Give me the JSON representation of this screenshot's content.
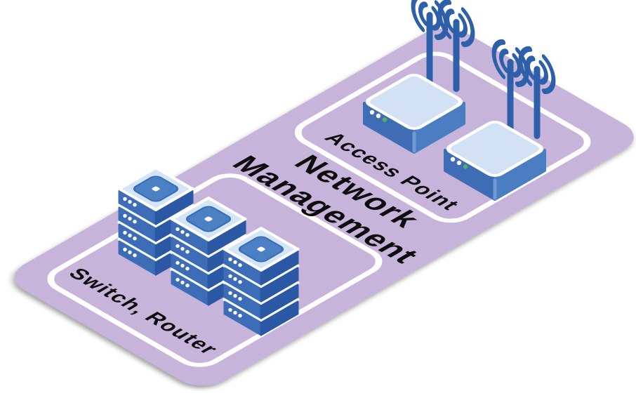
{
  "diagram": {
    "title": {
      "line1": "Network",
      "line2": "Management"
    },
    "zones": {
      "access_point": {
        "label": "Access Point",
        "device_icon": "wireless-access-point-icon",
        "device_count": 2,
        "antennas_per_device": 2
      },
      "switch_router": {
        "label": "Switch, Router",
        "device_icon": "switch-stack-icon",
        "device_count": 3,
        "units_per_stack": 4
      }
    },
    "colors": {
      "background": "#ffffff",
      "plane": "#c6b4da",
      "plane_shadow": "#9a9a9a",
      "zone_outline": "#ffffff",
      "label_text": "#0d0d0d",
      "device_top": "#d3e4f6",
      "device_face_left": "#3c6db6",
      "device_face_right": "#2b58a4",
      "access_point_face_right": "#4a7dc2",
      "top_diamond": "#4c80c5",
      "led_white": "#ffffff",
      "led_green": "#53b15e",
      "antenna_blue": "#2e5fa9"
    }
  }
}
